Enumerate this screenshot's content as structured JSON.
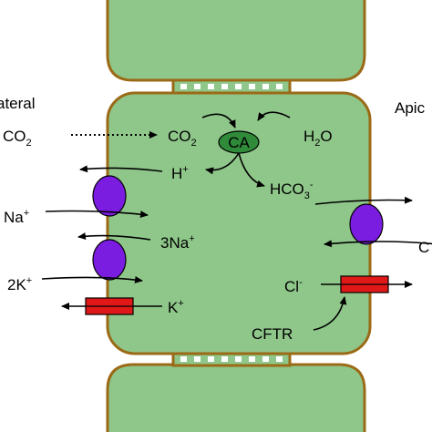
{
  "labels": {
    "basolateral": "ateral",
    "apical": "Apic",
    "co2_out": "CO",
    "co2_out_sub": "2",
    "co2_in": "CO",
    "co2_in_sub": "2",
    "water_h": "H",
    "water_sub": "2",
    "water_o": "O",
    "enzyme": "CA",
    "proton": "H",
    "proton_sup": "+",
    "bicarbonate": "HCO",
    "bicarbonate_sub": "3",
    "bicarbonate_sup": "-",
    "sodium_out": "Na",
    "sodium_out_sup": "+",
    "sodium_in": "3Na",
    "sodium_in_sup": "+",
    "potassium_out": "2K",
    "potassium_out_sup": "+",
    "potassium_in": "K",
    "potassium_in_sup": "+",
    "chloride_in": "Cl",
    "chloride_in_sup": "-",
    "chloride_out": "C",
    "cftr": "CFTR"
  },
  "colors": {
    "cell_fill": "#8fc78a",
    "cell_border": "#9b6a17",
    "junction_fill": "#ffffff",
    "enzyme_fill": "#2f8b3a",
    "transporter_fill": "#7a1de0",
    "channel_fill": "#e01818",
    "arrow": "#000000"
  },
  "icons": {
    "transporter": "oval-transporter-icon",
    "channel": "rectangle-channel-icon",
    "enzyme": "ellipse-enzyme-icon"
  }
}
